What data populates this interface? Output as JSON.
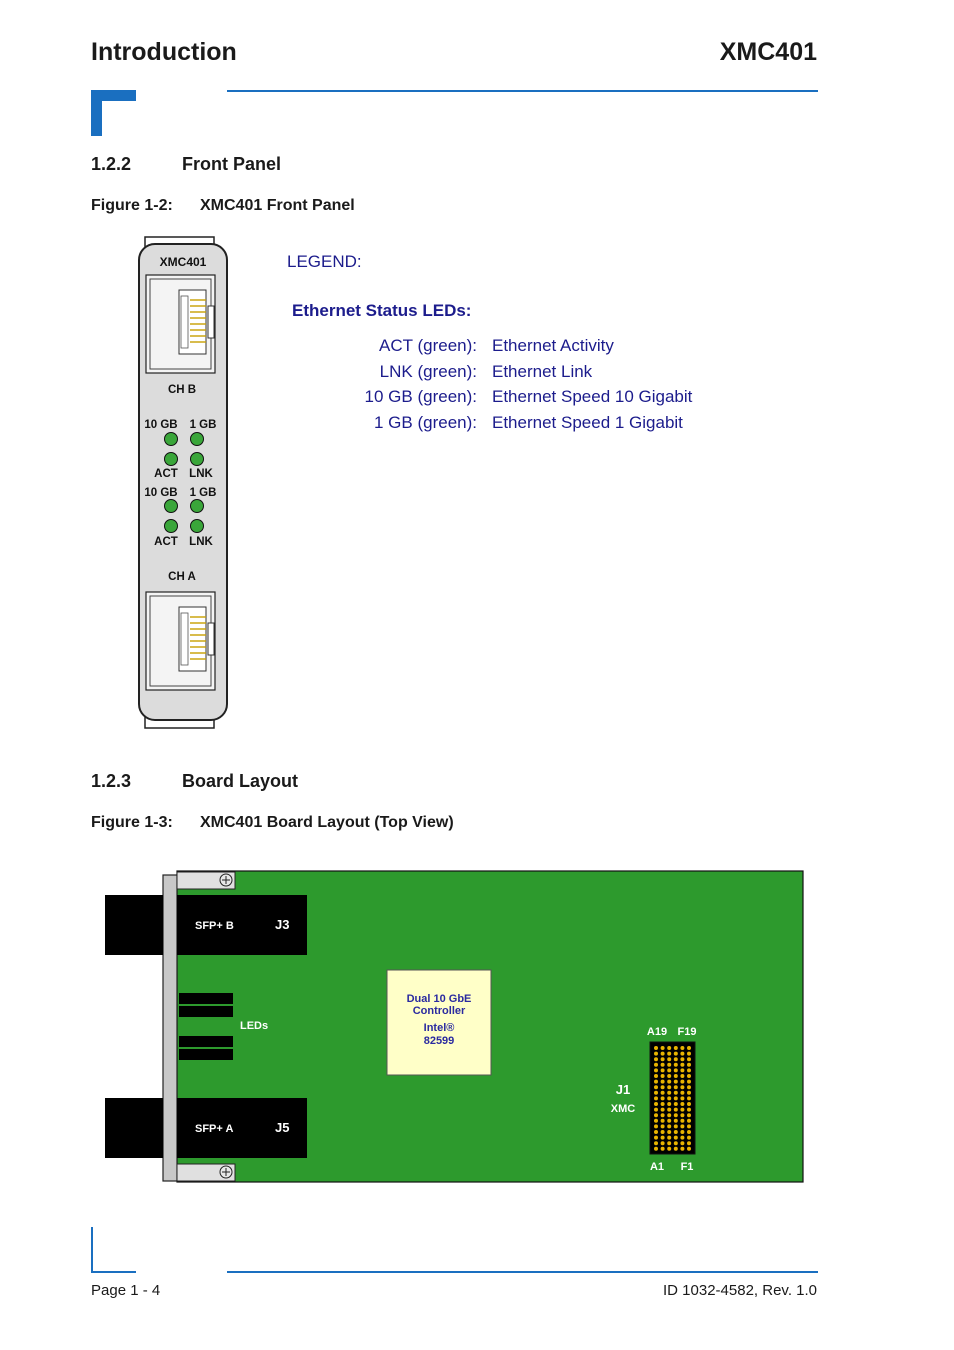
{
  "header": {
    "left": "Introduction",
    "right": "XMC401"
  },
  "section_front": {
    "number": "1.2.2",
    "title": "Front Panel"
  },
  "figure_front": {
    "label": "Figure 1-2:",
    "title": "XMC401 Front Panel"
  },
  "panel": {
    "name": "XMC401",
    "ch_b": "CH B",
    "ch_a": "CH A",
    "led_top_left": "10 GB",
    "led_top_right": "1 GB",
    "led_bot_left": "ACT",
    "led_bot_right": "LNK"
  },
  "legend": {
    "title": "LEGEND:",
    "group": "Ethernet Status LEDs:",
    "rows": [
      {
        "key": "ACT (green):",
        "value": "Ethernet Activity"
      },
      {
        "key": "LNK (green):",
        "value": "Ethernet Link"
      },
      {
        "key": "10 GB (green):",
        "value": "Ethernet Speed 10 Gigabit"
      },
      {
        "key": "1 GB (green):",
        "value": "Ethernet Speed 1 Gigabit"
      }
    ]
  },
  "section_board": {
    "number": "1.2.3",
    "title": "Board Layout"
  },
  "figure_board": {
    "label": "Figure 1-3:",
    "title": "XMC401 Board Layout (Top View)"
  },
  "board": {
    "sfp_b": "SFP+ B",
    "j3": "J3",
    "leds": "LEDs",
    "sfp_a": "SFP+ A",
    "j5": "J5",
    "chip_line1": "Dual 10 GbE",
    "chip_line2": "Controller",
    "chip_line3": "Intel®",
    "chip_line4": "82599",
    "a19": "A19",
    "f19": "F19",
    "j1": "J1",
    "xmc": "XMC",
    "a1": "A1",
    "f1": "F1"
  },
  "colors": {
    "accent_blue": "#1a6fc0",
    "board_green": "#2d9a2d",
    "led_green": "#3aa63a",
    "chip_yellow": "#ffffc8"
  },
  "footer": {
    "page": "Page 1 - 4",
    "doc_id": "ID 1032-4582, Rev. 1.0"
  }
}
